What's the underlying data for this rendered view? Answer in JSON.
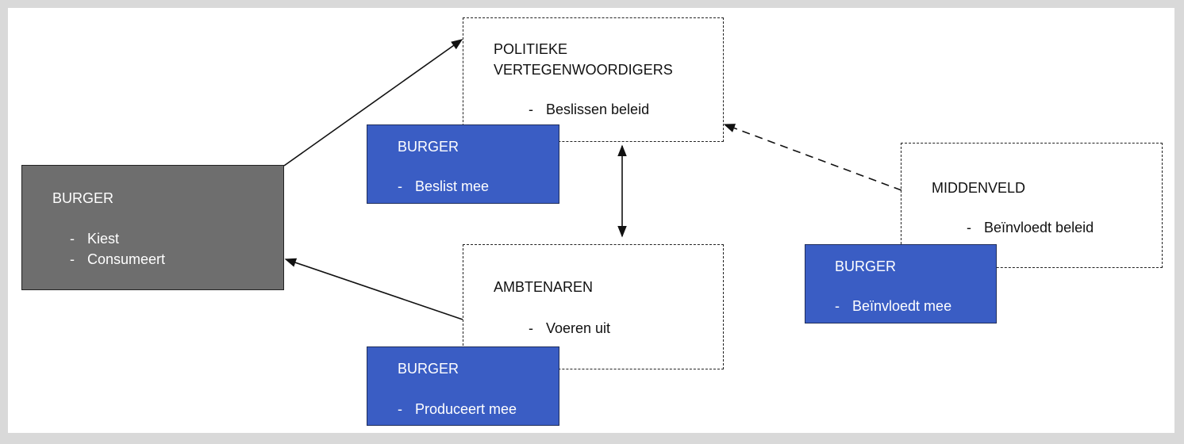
{
  "diagram": {
    "colors": {
      "citizen_blue": "#3a5dc4",
      "citizen_grey": "#6e6e6e",
      "frame": "#d9d9d9",
      "line": "#111111"
    },
    "burger_main": {
      "title": "BURGER",
      "items": [
        "Kiest",
        "Consumeert"
      ]
    },
    "politiek": {
      "title_line1": "POLITIEKE",
      "title_line2": "VERTEGENWOORDIGERS",
      "item": "Beslissen beleid"
    },
    "burger_politiek": {
      "title": "BURGER",
      "item": "Beslist mee"
    },
    "ambtenaren": {
      "title": "AMBTENAREN",
      "item": "Voeren uit"
    },
    "burger_ambtenaren": {
      "title": "BURGER",
      "item": "Produceert mee"
    },
    "middenveld": {
      "title": "MIDDENVELD",
      "item": "Beïnvloedt beleid"
    },
    "burger_middenveld": {
      "title": "BURGER",
      "item": "Beïnvloedt mee"
    },
    "bullet": "-",
    "connections": [
      {
        "from": "burger_main",
        "to": "politiek",
        "style": "solid",
        "direction": "forward"
      },
      {
        "from": "ambtenaren",
        "to": "burger_main",
        "style": "solid",
        "direction": "forward"
      },
      {
        "from": "politiek",
        "to": "ambtenaren",
        "style": "solid",
        "direction": "both"
      },
      {
        "from": "middenveld",
        "to": "politiek",
        "style": "dashed",
        "direction": "forward"
      }
    ]
  }
}
